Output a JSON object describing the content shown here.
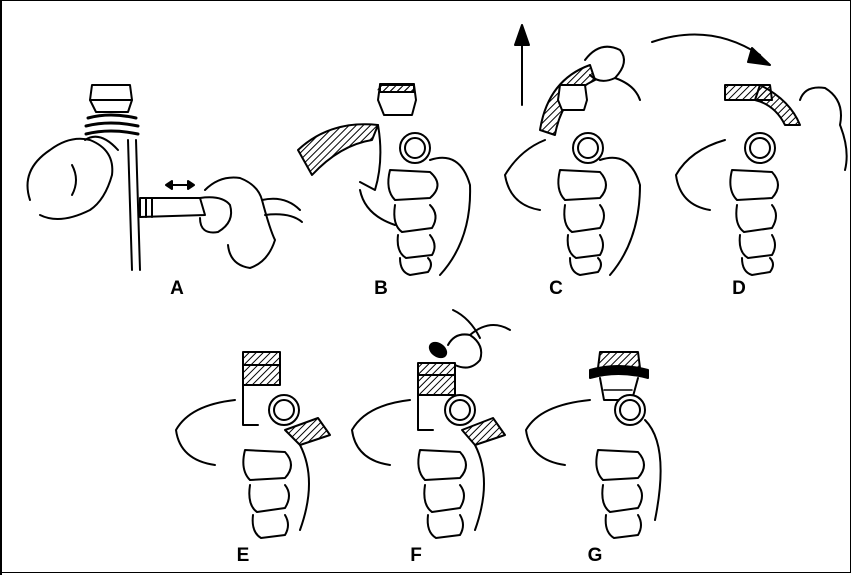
{
  "figure": {
    "panels": [
      {
        "id": "A",
        "label": "A"
      },
      {
        "id": "B",
        "label": "B"
      },
      {
        "id": "C",
        "label": "C"
      },
      {
        "id": "D",
        "label": "D"
      },
      {
        "id": "E",
        "label": "E"
      },
      {
        "id": "F",
        "label": "F"
      },
      {
        "id": "G",
        "label": "G"
      }
    ],
    "colors": {
      "ink": "#000000",
      "paper": "#ffffff"
    }
  }
}
